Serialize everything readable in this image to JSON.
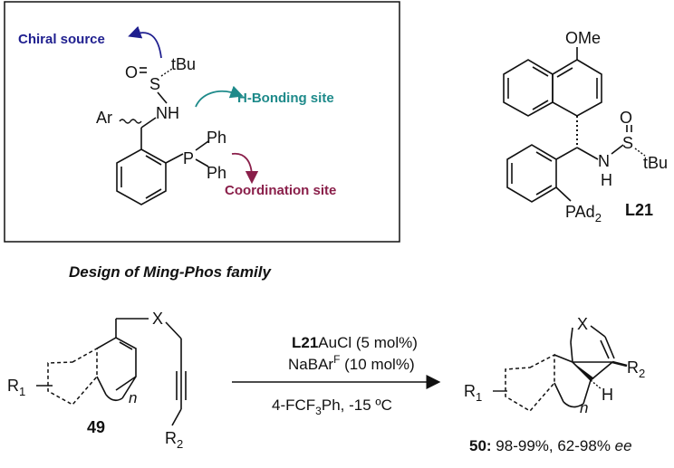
{
  "design_box": {
    "labels": {
      "chiral": "Chiral source",
      "hbond": "H-Bonding site",
      "coord": "Coordination site"
    },
    "atoms": {
      "o": "O",
      "s": "S",
      "tbu": "tBu",
      "nh": "NH",
      "ar": "Ar",
      "p": "P",
      "ph1": "Ph",
      "ph2": "Ph"
    }
  },
  "ligand": {
    "ome": "OMe",
    "o": "O",
    "s": "S",
    "tbu": "tBu",
    "n": "N",
    "h": "H",
    "pad": "PAd",
    "pad_sub": "2",
    "label": "L21"
  },
  "caption": "Design of Ming-Phos family",
  "reaction": {
    "substrate": {
      "r1": "R",
      "r1_sub": "1",
      "x": "X",
      "n": "n",
      "r2": "R",
      "r2_sub": "2",
      "label": "49"
    },
    "conditions": {
      "line1_bold": "L21",
      "line1_rest": "AuCl (5 mol%)",
      "line2": "NaBAr",
      "line2_sup": "F",
      "line2_rest": " (10 mol%)",
      "line3a": "4-FCF",
      "line3_sub": "3",
      "line3b": "Ph, -15 ºC"
    },
    "product": {
      "x": "X",
      "r2": "R",
      "r2_sub": "2",
      "r1": "R",
      "r1_sub": "1",
      "n": "n",
      "h": "H",
      "label": "50:",
      "yield": " 98-99%, 62-98% ",
      "ee": "ee"
    }
  },
  "colors": {
    "chiral": "#1f1f8f",
    "hbond": "#1e8a8a",
    "coord": "#8a1f4a"
  }
}
